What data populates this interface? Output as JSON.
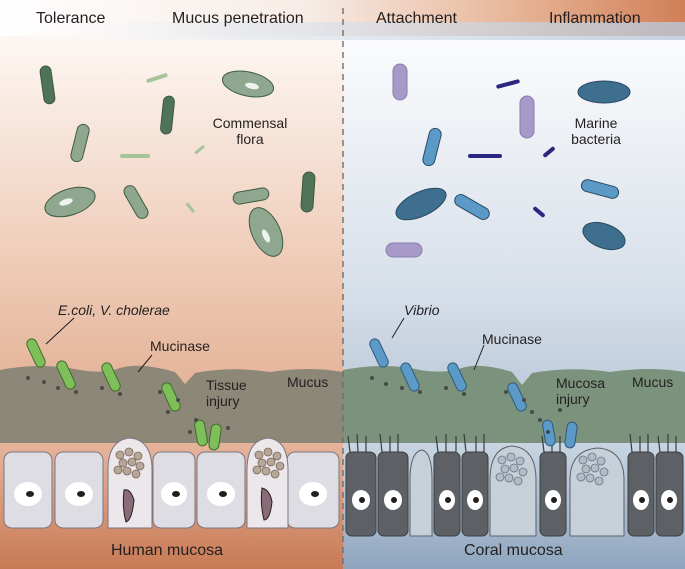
{
  "header": {
    "stages": [
      "Tolerance",
      "Mucus penetration",
      "Attachment",
      "Inflammation"
    ]
  },
  "human_panel": {
    "flora_label_line1": "Commensal",
    "flora_label_line2": "flora",
    "pathogen_label": "E.coli, V. cholerae",
    "mucinase_label": "Mucinase",
    "injury_label_line1": "Tissue",
    "injury_label_line2": "injury",
    "mucus_label": "Mucus",
    "tissue_label": "Human mucosa"
  },
  "coral_panel": {
    "flora_label_line1": "Marine",
    "flora_label_line2": "bacteria",
    "pathogen_label": "Vibrio",
    "mucinase_label": "Mucinase",
    "injury_label_line1": "Mucosa",
    "injury_label_line2": "injury",
    "mucus_label": "Mucus",
    "tissue_label": "Coral mucosa"
  },
  "colors": {
    "human_tissue": "#c98462",
    "human_mucus": "#8c8777",
    "coral_tissue": "#9fb2c8",
    "coral_mucus": "#7b927c",
    "commensal_dark": "#4f7356",
    "commensal_light": "#8fa78f",
    "pathogen_green": "#7fbf5a",
    "marine_blue": "#3f6f8f",
    "vibrio_blue": "#5b9ac6",
    "marine_purple": "#a79ac8"
  }
}
